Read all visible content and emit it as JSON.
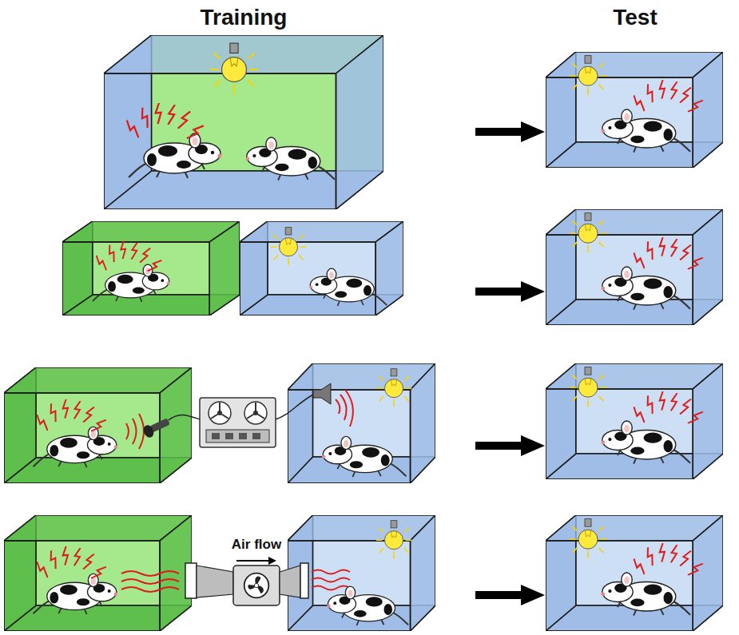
{
  "diagram": {
    "labels": [
      "Training",
      "Test",
      "Air flow"
    ]
  }
}
